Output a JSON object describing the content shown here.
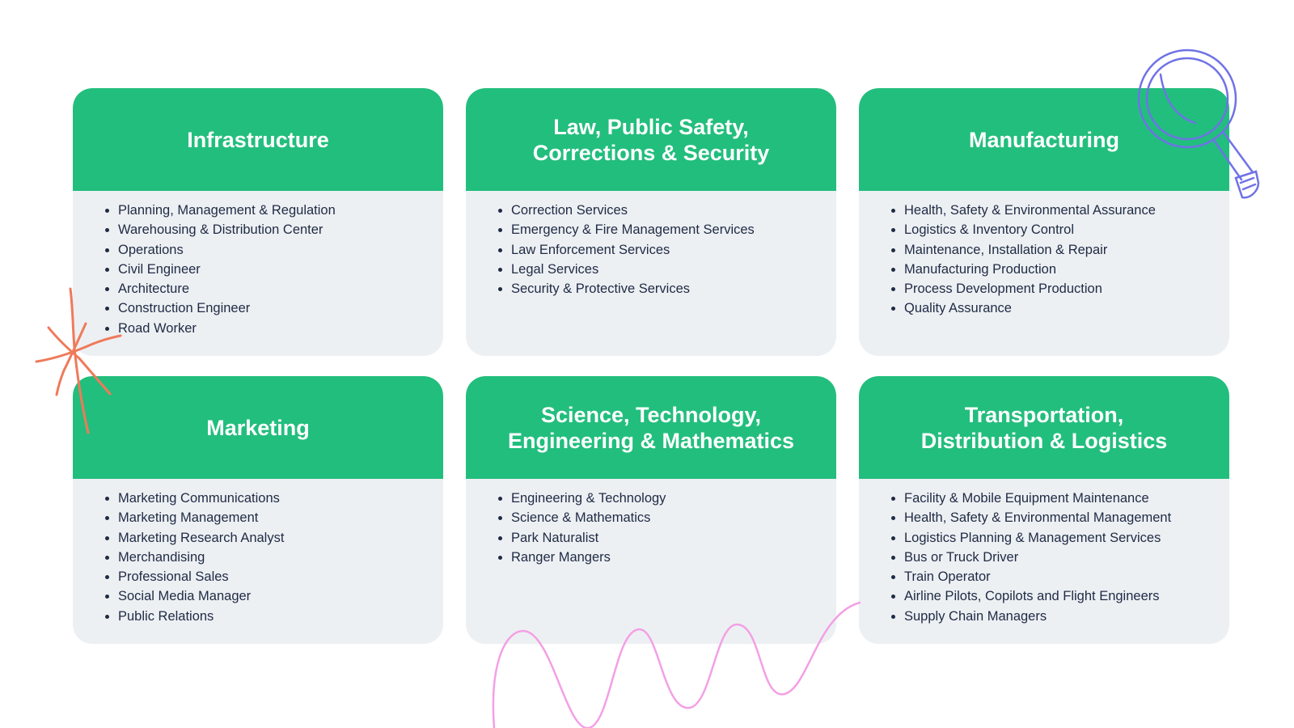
{
  "cards": [
    {
      "title": "Infrastructure",
      "items": [
        "Planning, Management & Regulation",
        "Warehousing & Distribution Center",
        "Operations",
        "Civil Engineer",
        "Architecture",
        "Construction Engineer",
        "Road Worker"
      ]
    },
    {
      "title": "Law, Public Safety,\nCorrections & Security",
      "items": [
        "Correction Services",
        "Emergency & Fire Management Services",
        "Law Enforcement Services",
        "Legal Services",
        "Security & Protective Services"
      ]
    },
    {
      "title": "Manufacturing",
      "items": [
        "Health, Safety & Environmental Assurance",
        "Logistics & Inventory Control",
        "Maintenance, Installation & Repair",
        "Manufacturing Production",
        "Process Development Production",
        "Quality Assurance"
      ]
    },
    {
      "title": "Marketing",
      "items": [
        "Marketing Communications",
        "Marketing Management",
        "Marketing Research Analyst",
        "Merchandising",
        "Professional Sales",
        "Social Media Manager",
        "Public Relations"
      ]
    },
    {
      "title": "Science, Technology,\nEngineering & Mathematics",
      "items": [
        "Engineering & Technology",
        "Science & Mathematics",
        "Park Naturalist",
        "Ranger Mangers"
      ]
    },
    {
      "title": "Transportation,\nDistribution & Logistics",
      "items": [
        "Facility & Mobile Equipment Maintenance",
        "Health, Safety & Environmental Management",
        "Logistics Planning & Management Services",
        "Bus or Truck Driver",
        "Train Operator",
        "Airline Pilots, Copilots and Flight Engineers",
        "Supply Chain Managers"
      ]
    }
  ],
  "colors": {
    "header_green": "#22be7d",
    "card_body": "#edf0f3",
    "text_dark": "#1f2a44",
    "accent_orange": "#ef7a5a",
    "accent_pink": "#f3a0e6",
    "accent_blue": "#6f72e6"
  },
  "icons": [
    "asterisk-doodle-icon",
    "magnifying-glass-icon",
    "squiggle-line-icon"
  ]
}
